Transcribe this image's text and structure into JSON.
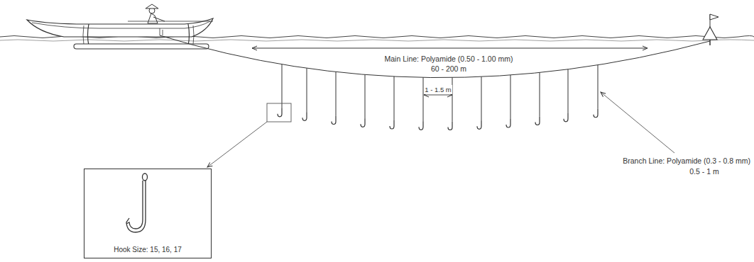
{
  "diagram": {
    "nodes": [
      {
        "text": [
          "Hook Size: 15, 16, 17"
        ]
      }
    ],
    "labels": [
      "Main Line: Polyamide (0.50 - 1.00 mm)",
      "60 - 200 m",
      "1 - 1.5 m",
      "Branch Line: Polyamide (0.3 - 0.8 mm)",
      "0.5 - 1 m"
    ]
  }
}
